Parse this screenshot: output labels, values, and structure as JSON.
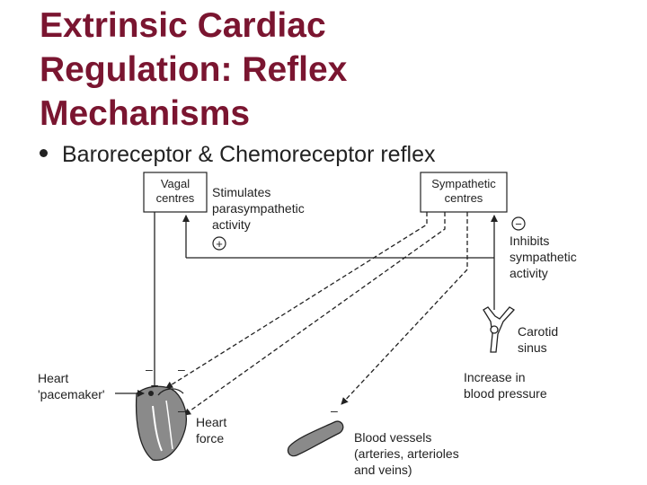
{
  "slide": {
    "title_lines": [
      "Extrinsic Cardiac",
      "Regulation: Reflex",
      "Mechanisms"
    ],
    "bullet": "Baroreceptor & Chemoreceptor reflex"
  },
  "diagram": {
    "vagal_box": [
      "Vagal",
      "centres"
    ],
    "sympathetic_box": [
      "Sympathetic",
      "centres"
    ],
    "stimulates_label": [
      "Stimulates",
      "parasympathetic",
      "activity"
    ],
    "inhibits_label": [
      "Inhibits",
      "sympathetic",
      "activity"
    ],
    "plus_sign": "+",
    "minus_sign": "−",
    "carotid_label": [
      "Carotid",
      "sinus"
    ],
    "pressure_label": [
      "Increase in",
      "blood pressure"
    ],
    "heart_label": [
      "Heart",
      "'pacemaker'"
    ],
    "force_label": [
      "Heart",
      "force"
    ],
    "vessels_label": [
      "Blood vessels",
      "(arteries, arterioles",
      "and veins)"
    ],
    "minus_marks": [
      "–",
      "–",
      "–",
      "–"
    ]
  },
  "colors": {
    "title": "#7a1530",
    "line": "#222222"
  }
}
